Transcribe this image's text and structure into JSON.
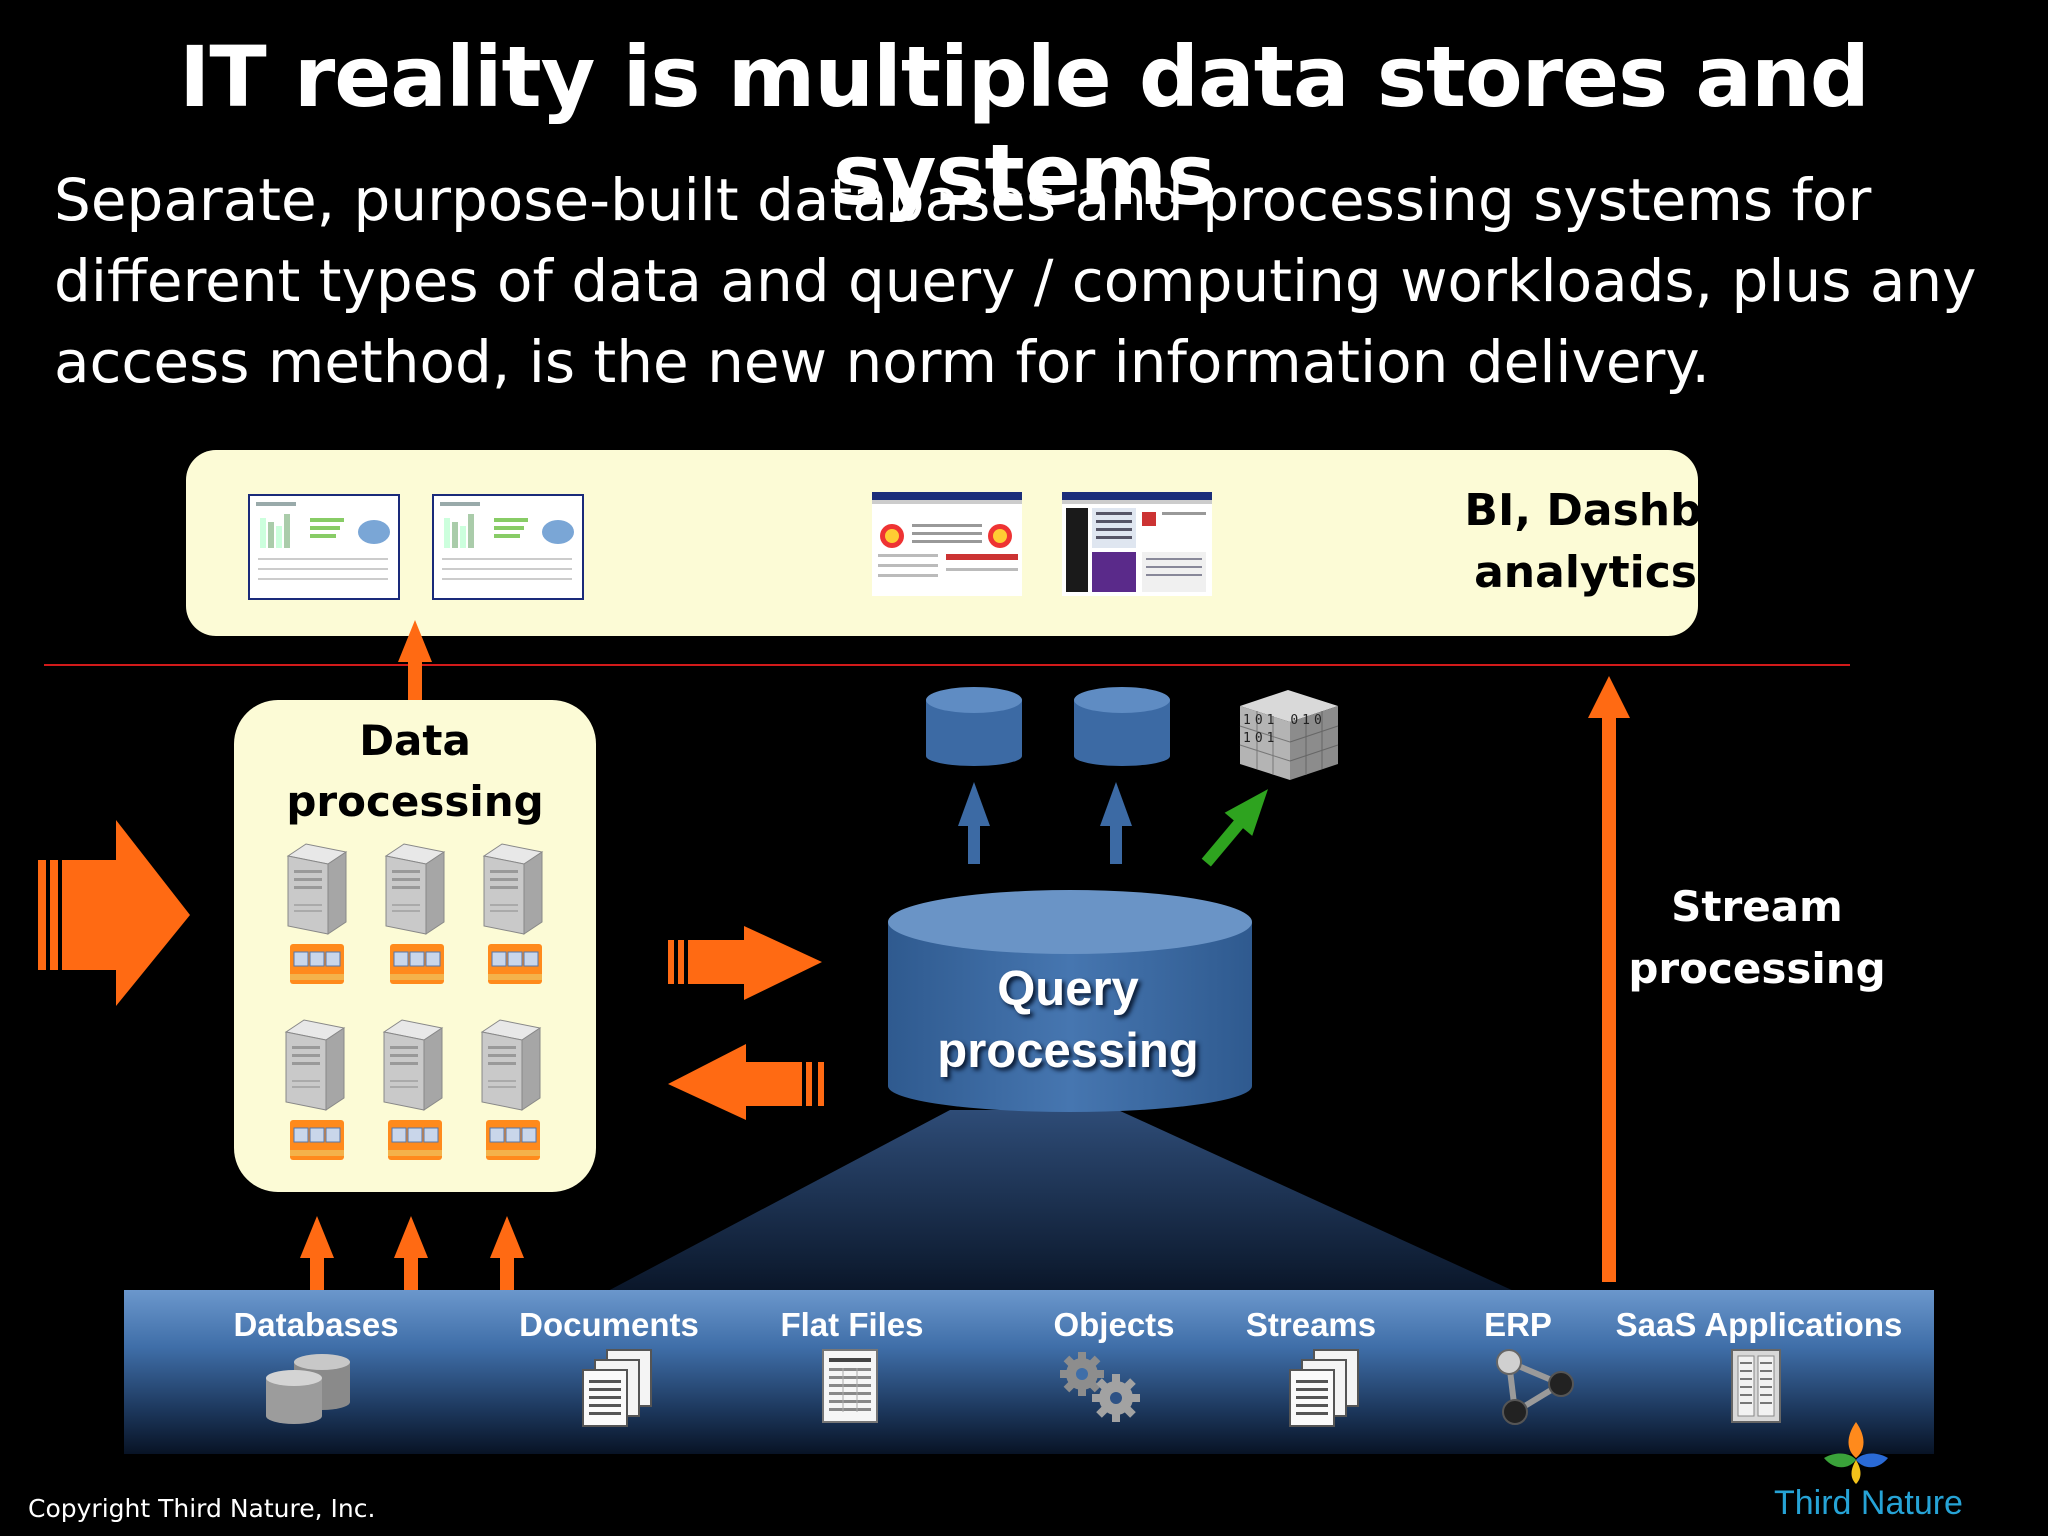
{
  "title": "IT reality is multiple data stores and systems",
  "subtitle": "Separate, purpose-built databases and processing systems for different types of data and query / computing workloads, plus any access method, is the new norm for information delivery.",
  "bi_panel": {
    "label_line1": "BI, Dashboards,",
    "label_line2": "analytics, apps"
  },
  "data_processing": {
    "label_line1": "Data",
    "label_line2": "processing"
  },
  "query_processing": {
    "label_line1": "Query",
    "label_line2": "processing"
  },
  "stream_processing": {
    "label_line1": "Stream",
    "label_line2": "processing"
  },
  "cube_bits": [
    "1",
    "0",
    "1",
    "0",
    "1",
    "0",
    "1",
    "0",
    "1"
  ],
  "sources": [
    {
      "label": "Databases",
      "icon": "database-icon"
    },
    {
      "label": "Documents",
      "icon": "documents-icon"
    },
    {
      "label": "Flat Files",
      "icon": "flat-file-icon"
    },
    {
      "label": "Objects",
      "icon": "gears-icon"
    },
    {
      "label": "Streams",
      "icon": "documents-icon"
    },
    {
      "label": "ERP",
      "icon": "network-icon"
    },
    {
      "label": "SaaS Applications",
      "icon": "server-rack-icon"
    }
  ],
  "copyright": "Copyright Third Nature, Inc.",
  "logo": {
    "text": "Third Nature"
  },
  "colors": {
    "arrow_orange": "#ff6a13",
    "arrow_blue": "#3f6ea8",
    "arrow_green": "#2ea31f",
    "divider_red": "#d21a1a",
    "panel_fill": "#fcfbd6",
    "cylinder_blue": "#3f6ea8"
  }
}
